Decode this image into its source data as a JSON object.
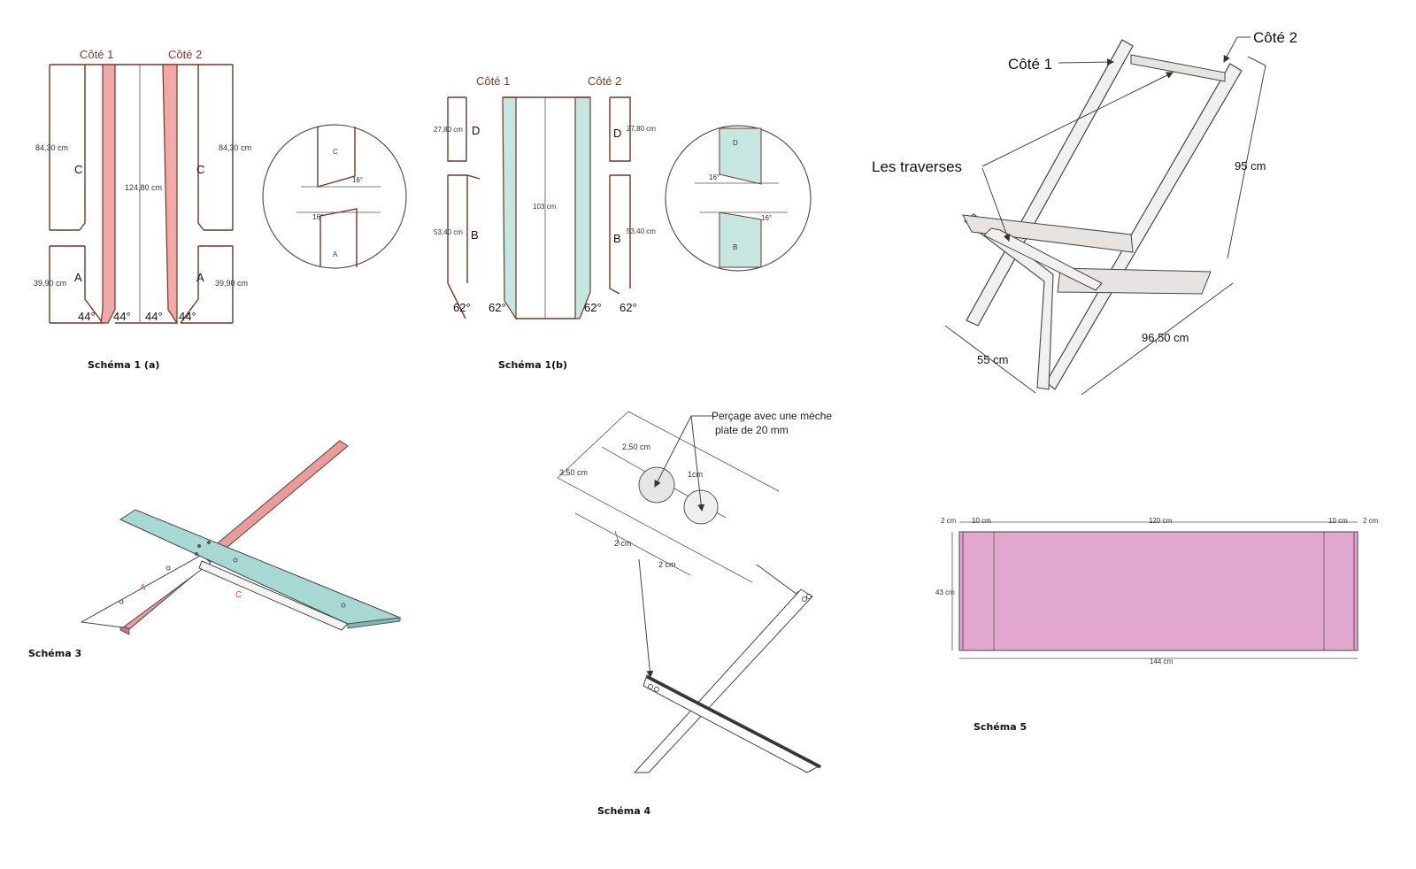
{
  "schema1a": {
    "caption": "Schéma 1 (a)",
    "cote1": "Côté 1",
    "cote2": "Côté 2",
    "dim_c_left": "84,30 cm",
    "dim_c_right": "84,30 cm",
    "dim_center": "124,80 cm",
    "dim_a_left": "39,90 cm",
    "dim_a_right": "39,90 cm",
    "letter_c": "C",
    "letter_a": "A",
    "angle": "44°",
    "zoom_letter_c": "C",
    "zoom_letter_a": "A",
    "zoom_angle": "16°",
    "colors": {
      "strip": "#f0a8a8"
    }
  },
  "schema1b": {
    "caption": "Schéma 1(b)",
    "cote1": "Côté 1",
    "cote2": "Côté 2",
    "dim_d": "27,80 cm",
    "dim_b": "53,40 cm",
    "dim_center": "103 cm",
    "letter_d": "D",
    "letter_b": "B",
    "angle": "62°",
    "zoom_letter_d": "D",
    "zoom_letter_b": "B",
    "zoom_angle": "16°",
    "colors": {
      "strip": "#c6e6e2"
    }
  },
  "chair": {
    "cote1": "Côté 1",
    "cote2": "Côté 2",
    "traverses": "Les traverses",
    "dim_height": "95 cm",
    "dim_depth": "96,50 cm",
    "dim_width": "55 cm"
  },
  "schema3": {
    "caption": "Schéma 3",
    "label_a": "A",
    "label_c": "C",
    "colors": {
      "teal": "#a8d8d4",
      "red": "#ec9a9a"
    }
  },
  "schema4": {
    "caption": "Schéma 4",
    "note_line1": "Perçage avec une mèche",
    "note_line2": "plate de 20 mm",
    "dim_250": "2,50 cm",
    "dim_350": "3,50 cm",
    "dim_1cm": "1cm",
    "dim_2cm_a": "2 cm",
    "dim_2cm_b": "2 cm"
  },
  "schema5": {
    "caption": "Schéma 5",
    "dim_2l": "2 cm",
    "dim_10l": "10 cm",
    "dim_120": "120 cm",
    "dim_10r": "10 cm",
    "dim_2r": "2 cm",
    "dim_43": "43 cm",
    "dim_144": "144 cm",
    "colors": {
      "fabric": "#e2a8d0"
    }
  }
}
